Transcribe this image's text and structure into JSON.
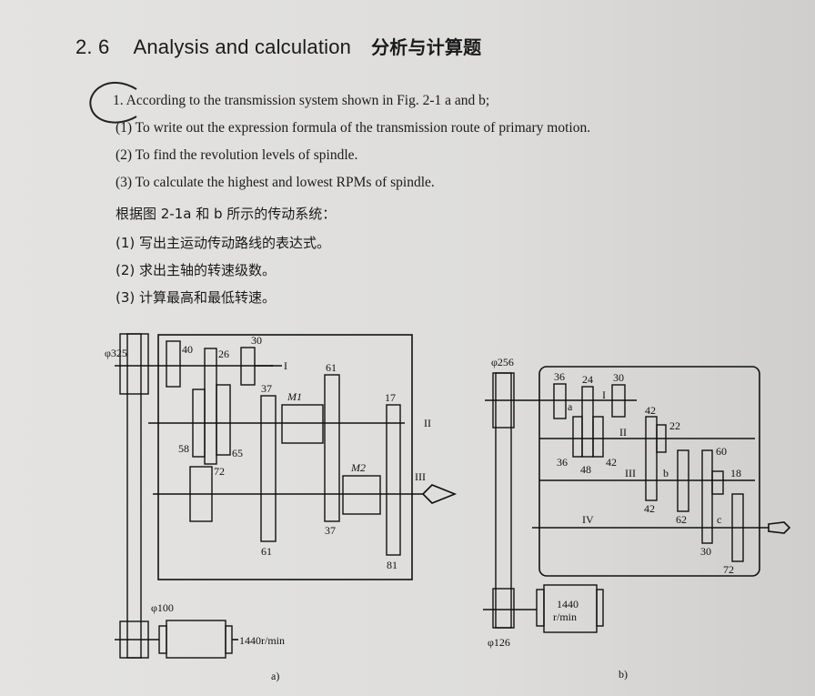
{
  "section": {
    "number": "2. 6",
    "title_en": "Analysis and calculation",
    "title_zh": "分析与计算题"
  },
  "question": {
    "number": "1.",
    "intro": "According to the transmission system shown in Fig. 2-1 a and b;",
    "items": [
      "(1) To write out the expression formula of the transmission route of primary motion.",
      "(2) To find the revolution levels of spindle.",
      "(3) To calculate the highest and lowest RPMs of spindle."
    ],
    "intro_zh": "根据图 2-1a 和 b 所示的传动系统：",
    "items_zh": [
      "(1)  写出主运动传动路线的表达式。",
      "(2)  求出主轴的转速级数。",
      "(3)  计算最高和最低转速。"
    ]
  },
  "figure_a": {
    "caption": "a)",
    "pulley_top": "φ325",
    "pulley_bottom": "φ100",
    "motor_speed": "1440r/min",
    "shafts": [
      "I",
      "II",
      "III"
    ],
    "gears": [
      "40",
      "26",
      "30",
      "37",
      "58",
      "72",
      "65",
      "61",
      "61",
      "37",
      "17",
      "81"
    ],
    "clutches": [
      "M1",
      "M2"
    ]
  },
  "figure_b": {
    "caption": "b)",
    "pulley_top": "φ256",
    "pulley_bottom": "φ126",
    "motor_speed_1": "1440",
    "motor_speed_2": "r/min",
    "shafts": [
      "I",
      "II",
      "III",
      "IV"
    ],
    "gears": [
      "36",
      "24",
      "30",
      "36",
      "48",
      "42",
      "42",
      "22",
      "42",
      "62",
      "60",
      "18",
      "30",
      "72"
    ],
    "gear_groups": [
      "a",
      "b",
      "c"
    ]
  }
}
